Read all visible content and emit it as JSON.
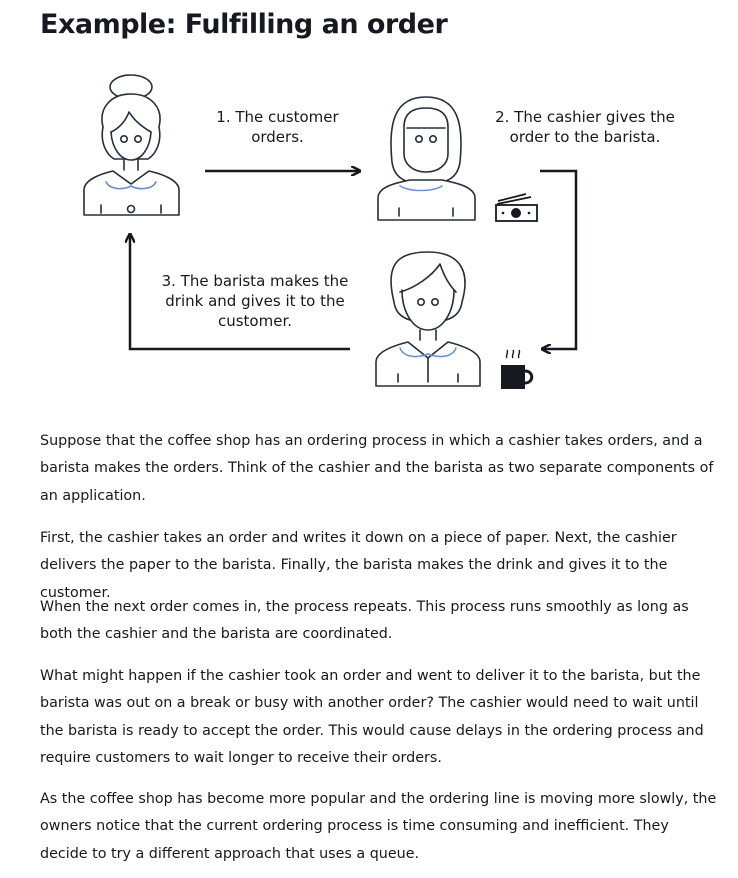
{
  "title": "Example: Fulfilling an order",
  "diagram": {
    "step1": [
      "1. The customer",
      "orders."
    ],
    "step2": [
      "2. The cashier gives the",
      "order to the barista."
    ],
    "step3": [
      "3. The barista makes the",
      "drink and gives it to the",
      "customer."
    ],
    "icons": [
      "customer-icon",
      "cashier-icon",
      "barista-icon",
      "money-icon",
      "coffee-cup-icon"
    ]
  },
  "paragraphs": [
    "Suppose that the coffee shop has an ordering process in which a cashier takes orders, and a barista makes the orders. Think of the cashier and the barista as two separate components of an application.",
    "First, the cashier takes an order and writes it down on a piece of paper. Next, the cashier delivers the paper to the barista. Finally, the barista makes the drink and gives it to the customer.",
    "When the next order comes in, the process repeats. This process runs smoothly as long as both the cashier and the barista are coordinated.",
    "What might happen if the cashier took an order and went to deliver it to the barista, but the barista was out on a break or busy with another order? The cashier would need to wait until the barista is ready to accept the order. This would cause delays in the ordering process and require customers to wait longer to receive their orders.",
    "As the coffee shop has become more popular and the ordering line is moving more slowly, the owners notice that the current ordering process is time consuming and inefficient. They decide to try a different approach that uses a queue."
  ]
}
